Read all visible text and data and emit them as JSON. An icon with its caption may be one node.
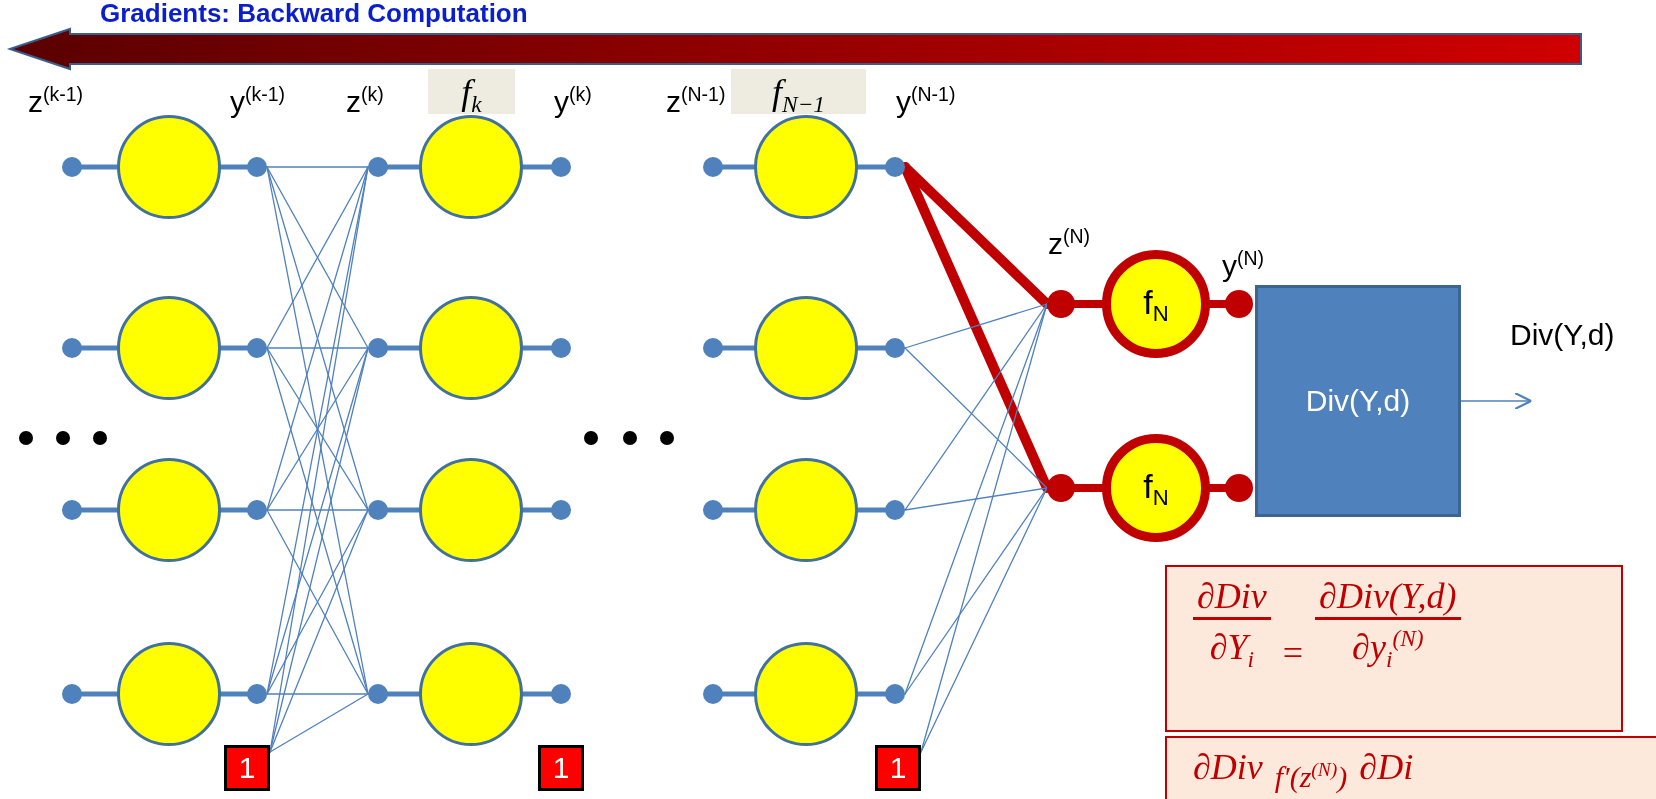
{
  "diagram": {
    "title": "Gradients: Backward Computation",
    "nodes": [
      {
        "text": [],
        "shape": "circle"
      },
      {
        "text": [],
        "shape": "circle"
      },
      {
        "text": [],
        "shape": "circle"
      },
      {
        "text": [],
        "shape": "circle"
      },
      {
        "text": [],
        "shape": "circle"
      },
      {
        "text": [],
        "shape": "circle"
      },
      {
        "text": [],
        "shape": "circle"
      },
      {
        "text": [],
        "shape": "circle"
      },
      {
        "text": [],
        "shape": "circle"
      },
      {
        "text": [],
        "shape": "circle"
      },
      {
        "text": [],
        "shape": "circle"
      },
      {
        "text": [],
        "shape": "circle"
      },
      {
        "text": [
          "f$_{N}$"
        ]
      },
      {
        "text": [
          "f$_{N}$"
        ]
      },
      {
        "text": [
          "Div(Y,d)"
        ]
      },
      {
        "text": [
          "1"
        ]
      },
      {
        "text": [
          "1"
        ]
      },
      {
        "text": [
          "1"
        ]
      },
      {
        "text": [
          "f$_{k}$"
        ]
      },
      {
        "text": [
          "f$_{N−1}$"
        ]
      },
      {
        "text": [
          "∂Div",
          "∂Y$_{i}$",
          "=",
          "∂Div(Y,d)",
          "∂y$_{i}$$^{(N)}$"
        ]
      },
      {
        "text": [
          "∂Div",
          "f′(z$^{(N)}$)",
          "∂Di"
        ]
      }
    ],
    "edges": [
      {
        "from": 0,
        "to": 4,
        "arrow": "none"
      },
      {
        "from": 0,
        "to": 5,
        "arrow": "none"
      },
      {
        "from": 0,
        "to": 6,
        "arrow": "none"
      },
      {
        "from": 0,
        "to": 7,
        "arrow": "none"
      },
      {
        "from": 1,
        "to": 4,
        "arrow": "none"
      },
      {
        "from": 1,
        "to": 5,
        "arrow": "none"
      },
      {
        "from": 1,
        "to": 6,
        "arrow": "none"
      },
      {
        "from": 1,
        "to": 7,
        "arrow": "none"
      },
      {
        "from": 2,
        "to": 4,
        "arrow": "none"
      },
      {
        "from": 2,
        "to": 5,
        "arrow": "none"
      },
      {
        "from": 2,
        "to": 6,
        "arrow": "none"
      },
      {
        "from": 2,
        "to": 7,
        "arrow": "none"
      },
      {
        "from": 3,
        "to": 4,
        "arrow": "none"
      },
      {
        "from": 3,
        "to": 5,
        "arrow": "none"
      },
      {
        "from": 3,
        "to": 6,
        "arrow": "none"
      },
      {
        "from": 3,
        "to": 7,
        "arrow": "none"
      },
      {
        "from": 15,
        "to": 4,
        "arrow": "none"
      },
      {
        "from": 15,
        "to": 5,
        "arrow": "none"
      },
      {
        "from": 15,
        "to": 6,
        "arrow": "none"
      },
      {
        "from": 15,
        "to": 7,
        "arrow": "none"
      },
      {
        "from": 8,
        "to": 12,
        "arrow": "none",
        "style": "thick",
        "color": "#c00000"
      },
      {
        "from": 8,
        "to": 13,
        "arrow": "none",
        "style": "thick",
        "color": "#c00000"
      },
      {
        "from": 9,
        "to": 12,
        "arrow": "none"
      },
      {
        "from": 9,
        "to": 13,
        "arrow": "none"
      },
      {
        "from": 10,
        "to": 12,
        "arrow": "none"
      },
      {
        "from": 10,
        "to": 13,
        "arrow": "none"
      },
      {
        "from": 11,
        "to": 12,
        "arrow": "none"
      },
      {
        "from": 11,
        "to": 13,
        "arrow": "none"
      },
      {
        "from": 17,
        "to": 12,
        "arrow": "none"
      },
      {
        "from": 17,
        "to": 13,
        "arrow": "none"
      },
      {
        "from": 14,
        "to": null,
        "arrow": "to",
        "label": "Div(Y,d)"
      }
    ],
    "labels": [
      "z$^{(k-1)}$",
      "y$^{(k-1)}$",
      "z$^{(k)}$",
      "y$^{(k)}$",
      "z$^{(N-1)}$",
      "y$^{(N-1)}$",
      "z$^{(N)}$",
      "y$^{(N)}$"
    ]
  }
}
